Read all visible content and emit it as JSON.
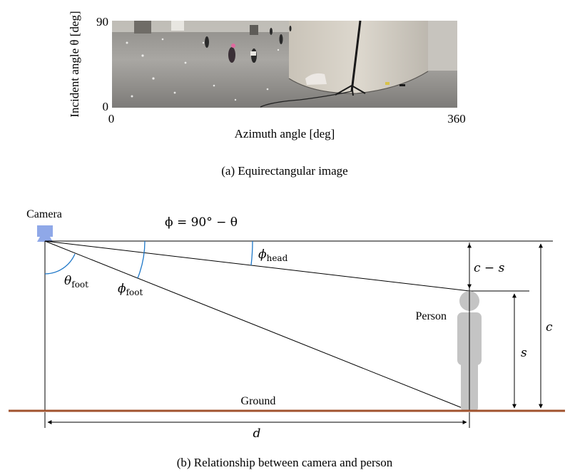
{
  "panel_a": {
    "y_axis_label": "Incident angle θ [deg]",
    "y_tick_top": "90",
    "y_tick_bottom": "0",
    "x_tick_left": "0",
    "x_tick_right": "360",
    "x_axis_label": "Azimuth angle [deg]",
    "caption": "(a) Equirectangular image"
  },
  "panel_b": {
    "camera_label": "Camera",
    "phi_formula": "ϕ = 90° − θ",
    "theta_foot": {
      "base": "θ",
      "sub": "foot"
    },
    "phi_foot": {
      "base": "ϕ",
      "sub": "foot"
    },
    "phi_head": {
      "base": "ϕ",
      "sub": "head"
    },
    "c_minus_s": "c − s",
    "c": "c",
    "s": "s",
    "d": "d",
    "person_label": "Person",
    "ground_label": "Ground",
    "caption": "(b) Relationship between camera and person"
  },
  "colors": {
    "camera": "#8fa8e8",
    "person": "#c4c4c4",
    "ground": "#a0522d",
    "angle_arc": "#1f78c8"
  }
}
